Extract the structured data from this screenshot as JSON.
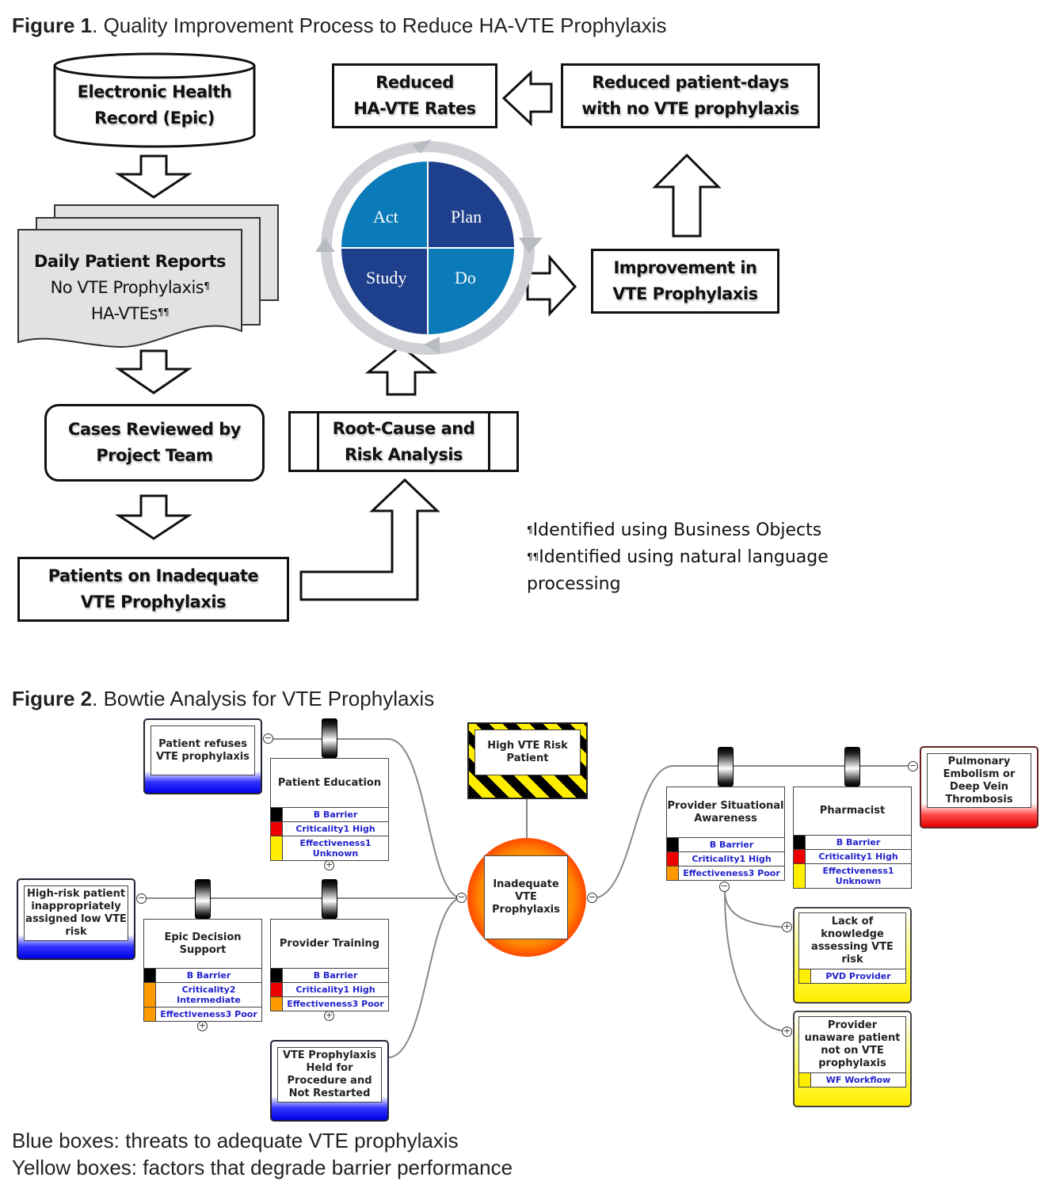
{
  "figure1": {
    "title_bold": "Figure 1",
    "title_rest": ". Quality Improvement Process to Reduce HA-VTE Prophylaxis",
    "ehr": {
      "line1": "Electronic Health",
      "line2": "Record (Epic)"
    },
    "reports": {
      "line1": "Daily Patient Reports",
      "line2": "No VTE Prophylaxis",
      "line2_mark": "¶",
      "line3": "HA-VTEs",
      "line3_mark": "¶¶"
    },
    "cases": {
      "line1": "Cases Reviewed by",
      "line2": "Project Team"
    },
    "patients": {
      "line1": "Patients on Inadequate",
      "line2": "VTE Prophylaxis"
    },
    "rootcause": {
      "line1": "Root-Cause and",
      "line2": "Risk  Analysis"
    },
    "pdsa": {
      "act": "Act",
      "plan": "Plan",
      "study": "Study",
      "do": "Do",
      "colors": {
        "dark": "#1e3f8c",
        "light": "#0a7ab8"
      }
    },
    "improvement": {
      "line1": "Improvement in",
      "line2": "VTE Prophylaxis"
    },
    "reduced_days": {
      "line1": "Reduced patient-days",
      "line2": "with no VTE prophylaxis"
    },
    "reduced_rates": {
      "line1": "Reduced",
      "line2": "HA-VTE Rates"
    },
    "footnotes": [
      {
        "mark": "¶",
        "text": "Identified using Business Objects"
      },
      {
        "mark": "¶¶",
        "text": "Identified using natural language"
      },
      {
        "mark": "",
        "text": "processing"
      }
    ]
  },
  "figure2": {
    "title_bold": "Figure 2",
    "title_rest": ". Bowtie Analysis for VTE Prophylaxis",
    "hazard": "High VTE Risk Patient",
    "top_event": "Inadequate VTE Prophylaxis",
    "threats": [
      {
        "label": "Patient refuses VTE prophylaxis"
      },
      {
        "label": "High-risk patient inappropriately assigned low VTE risk"
      },
      {
        "label": "VTE Prophylaxis Held for Procedure and Not Restarted"
      }
    ],
    "consequence": {
      "label": "Pulmonary Embolism or Deep Vein Thrombosis"
    },
    "barriers": [
      {
        "title": "Patient Education",
        "rows": [
          {
            "text": "B Barrier",
            "color": "#000000"
          },
          {
            "text": "Criticality1 High",
            "color": "#ee0000"
          },
          {
            "text": "Effectiveness1 Unknown",
            "color": "#ffee00"
          }
        ]
      },
      {
        "title": "Epic Decision Support",
        "rows": [
          {
            "text": "B Barrier",
            "color": "#000000"
          },
          {
            "text": "Criticality2 Intermediate",
            "color": "#ff9900"
          },
          {
            "text": "Effectiveness3 Poor",
            "color": "#ff9900"
          }
        ]
      },
      {
        "title": "Provider Training",
        "rows": [
          {
            "text": "B Barrier",
            "color": "#000000"
          },
          {
            "text": "Criticality1 High",
            "color": "#ee0000"
          },
          {
            "text": "Effectiveness3 Poor",
            "color": "#ff9900"
          }
        ]
      },
      {
        "title": "Provider Situational Awareness",
        "rows": [
          {
            "text": "B Barrier",
            "color": "#000000"
          },
          {
            "text": "Criticality1 High",
            "color": "#ee0000"
          },
          {
            "text": "Effectiveness3 Poor",
            "color": "#ff9900"
          }
        ]
      },
      {
        "title": "Pharmacist",
        "rows": [
          {
            "text": "B Barrier",
            "color": "#000000"
          },
          {
            "text": "Criticality1 High",
            "color": "#ee0000"
          },
          {
            "text": "Effectiveness1 Unknown",
            "color": "#ffee00"
          }
        ]
      }
    ],
    "escalation_factors": [
      {
        "title": "Lack of knowledge assessing VTE risk",
        "tag": "PVD Provider"
      },
      {
        "title": "Provider unaware patient not on VTE prophylaxis",
        "tag": "WF Workflow"
      }
    ],
    "toggles": {
      "minus": "−",
      "plus": "+"
    },
    "captions": [
      "Blue boxes: threats to adequate VTE prophylaxis",
      "Yellow boxes: factors that degrade barrier performance"
    ]
  }
}
